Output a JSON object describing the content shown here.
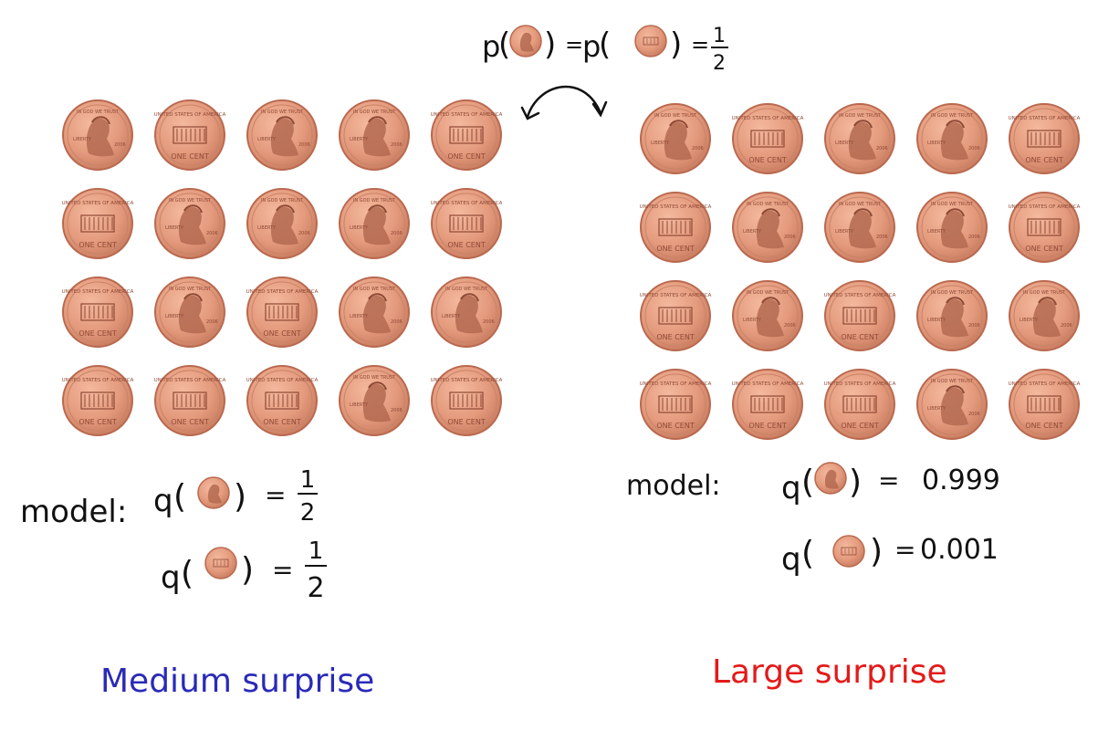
{
  "top": {
    "p": "p",
    "eq": "=",
    "half_num": "1",
    "half_den": "2"
  },
  "left": {
    "grid": [
      [
        "heads",
        "tails",
        "heads",
        "heads",
        "tails"
      ],
      [
        "tails",
        "heads",
        "heads",
        "heads",
        "tails"
      ],
      [
        "tails",
        "heads",
        "tails",
        "heads",
        "heads"
      ],
      [
        "tails",
        "tails",
        "tails",
        "heads",
        "tails"
      ]
    ],
    "model_label": "model:",
    "q_heads": {
      "q": "q",
      "eq": "=",
      "num": "1",
      "den": "2"
    },
    "q_tails": {
      "q": "q",
      "eq": "=",
      "num": "1",
      "den": "2"
    },
    "caption": "Medium surprise"
  },
  "right": {
    "grid": [
      [
        "heads",
        "tails",
        "heads",
        "heads",
        "tails"
      ],
      [
        "tails",
        "heads",
        "heads",
        "heads",
        "tails"
      ],
      [
        "tails",
        "heads",
        "tails",
        "heads",
        "heads"
      ],
      [
        "tails",
        "tails",
        "tails",
        "heads",
        "tails"
      ]
    ],
    "model_label": "model:",
    "q_heads": {
      "q": "q",
      "eq": "=",
      "value": "0.999"
    },
    "q_tails": {
      "q": "q",
      "eq": "=",
      "value": "0.001"
    },
    "caption": "Large surprise"
  },
  "colors": {
    "coin_face": "#e49a7d",
    "coin_rim": "#b9694f",
    "coin_dark": "#8f4a36",
    "ink": "#111111",
    "medium": "#2a2ab8",
    "large": "#e41a1a"
  },
  "icons": {
    "heads": "penny-heads-icon",
    "tails": "penny-tails-icon"
  }
}
